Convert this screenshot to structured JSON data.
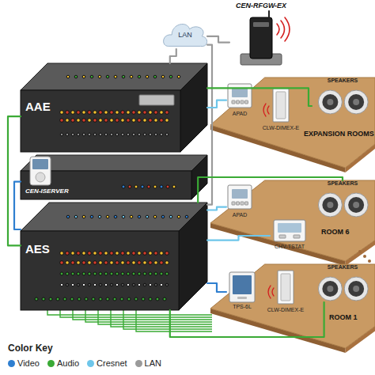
{
  "diagram": {
    "nodes": [
      {
        "text": [
          "CEN-RFGW-EX"
        ]
      },
      {
        "text": [
          "LAN"
        ]
      },
      {
        "text": [
          "AAE"
        ]
      },
      {
        "text": [
          "CEN-ISERVER"
        ]
      },
      {
        "text": [
          "AES"
        ]
      },
      {
        "text": [
          "EXPANSION ROOMS"
        ]
      },
      {
        "text": [
          "APAD"
        ],
        "in": 5
      },
      {
        "text": [
          "CLW-DIMEX-E"
        ],
        "in": 5
      },
      {
        "text": [
          "SPEAKERS"
        ],
        "in": 5
      },
      {
        "text": [
          "ROOM 6"
        ]
      },
      {
        "text": [
          "APAD"
        ],
        "in": 9
      },
      {
        "text": [
          "CHV-TSTAT"
        ],
        "in": 9
      },
      {
        "text": [
          "SPEAKERS"
        ],
        "in": 9
      },
      {
        "text": [
          "ROOM 1"
        ]
      },
      {
        "text": [
          "TPS-6L"
        ],
        "in": 13
      },
      {
        "text": [
          "CLW-DIMEX-E"
        ],
        "in": 13
      },
      {
        "text": [
          "SPEAKERS"
        ],
        "in": 13
      }
    ],
    "edges": [
      {
        "from": 1,
        "to": 0,
        "arrow": "none"
      },
      {
        "from": 1,
        "to": 2,
        "arrow": "none"
      },
      {
        "from": 1,
        "to": 4,
        "arrow": "none"
      },
      {
        "from": 2,
        "to": 8,
        "arrow": "none"
      },
      {
        "from": 2,
        "to": 6,
        "arrow": "none"
      },
      {
        "from": 2,
        "to": 4,
        "arrow": "none"
      },
      {
        "from": 3,
        "to": 4,
        "arrow": "none"
      },
      {
        "from": 4,
        "to": 12,
        "arrow": "none"
      },
      {
        "from": 4,
        "to": 10,
        "arrow": "none"
      },
      {
        "from": 4,
        "to": 11,
        "arrow": "none"
      },
      {
        "from": 4,
        "to": 16,
        "arrow": "none"
      },
      {
        "from": 4,
        "to": 14,
        "arrow": "none"
      }
    ],
    "labels": [
      "Color Key"
    ],
    "legend": [
      {
        "text": "Video",
        "color": "#2f7fd0"
      },
      {
        "text": "Audio",
        "color": "#3aaa35"
      },
      {
        "text": "Cresnet",
        "color": "#6ec6ea"
      },
      {
        "text": "LAN",
        "color": "#9a9a9a"
      }
    ]
  }
}
